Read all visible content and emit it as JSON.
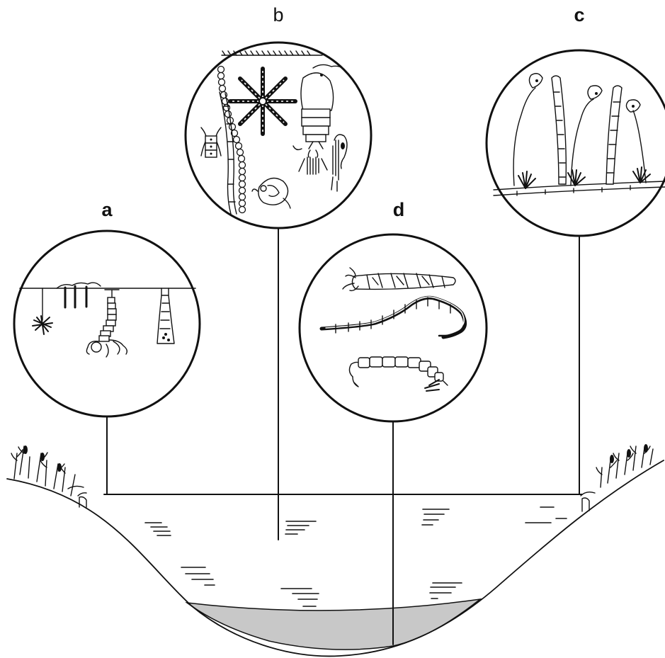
{
  "labels": {
    "a": "a",
    "b": "b",
    "c": "c",
    "d": "d"
  },
  "colors": {
    "ink": "#111111",
    "sediment": "#c8c8c8",
    "background": "#ffffff"
  },
  "icons": {
    "a": [
      "surface-film-organisms-icon",
      "hanging-larva-icon",
      "floating-fungi-icon"
    ],
    "b": [
      "diatom-chain-icon",
      "star-diatom-icon",
      "copepod-icon",
      "rotifer-icon",
      "water-flea-icon"
    ],
    "c": [
      "stalked-ciliate-icon",
      "sessile-colony-icon"
    ],
    "d": [
      "caddisfly-larva-icon",
      "midge-larva-icon",
      "oligochaete-worm-icon"
    ]
  }
}
